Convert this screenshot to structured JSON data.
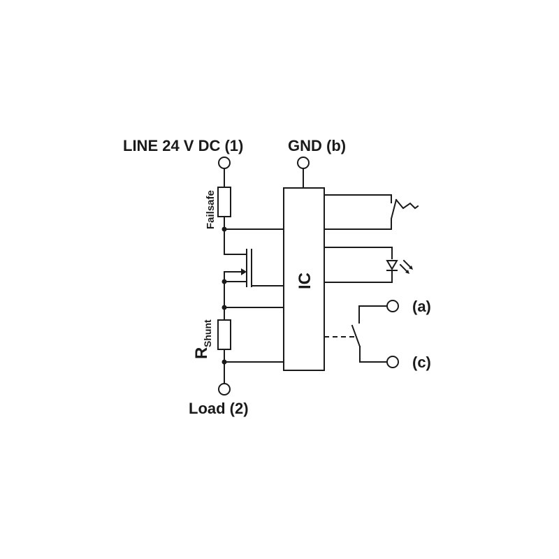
{
  "diagram": {
    "line_label": "LINE 24 V DC (1)",
    "gnd_label": "GND (b)",
    "load_label": "Load (2)",
    "failsafe_label": "Failsafe",
    "ic_label": "IC",
    "rshunt_main": "R",
    "rshunt_sub": "Shunt",
    "contact_a_label": "(a)",
    "contact_c_label": "(c)"
  },
  "colors": {
    "stroke": "#1a1a1a",
    "background": "#ffffff"
  }
}
